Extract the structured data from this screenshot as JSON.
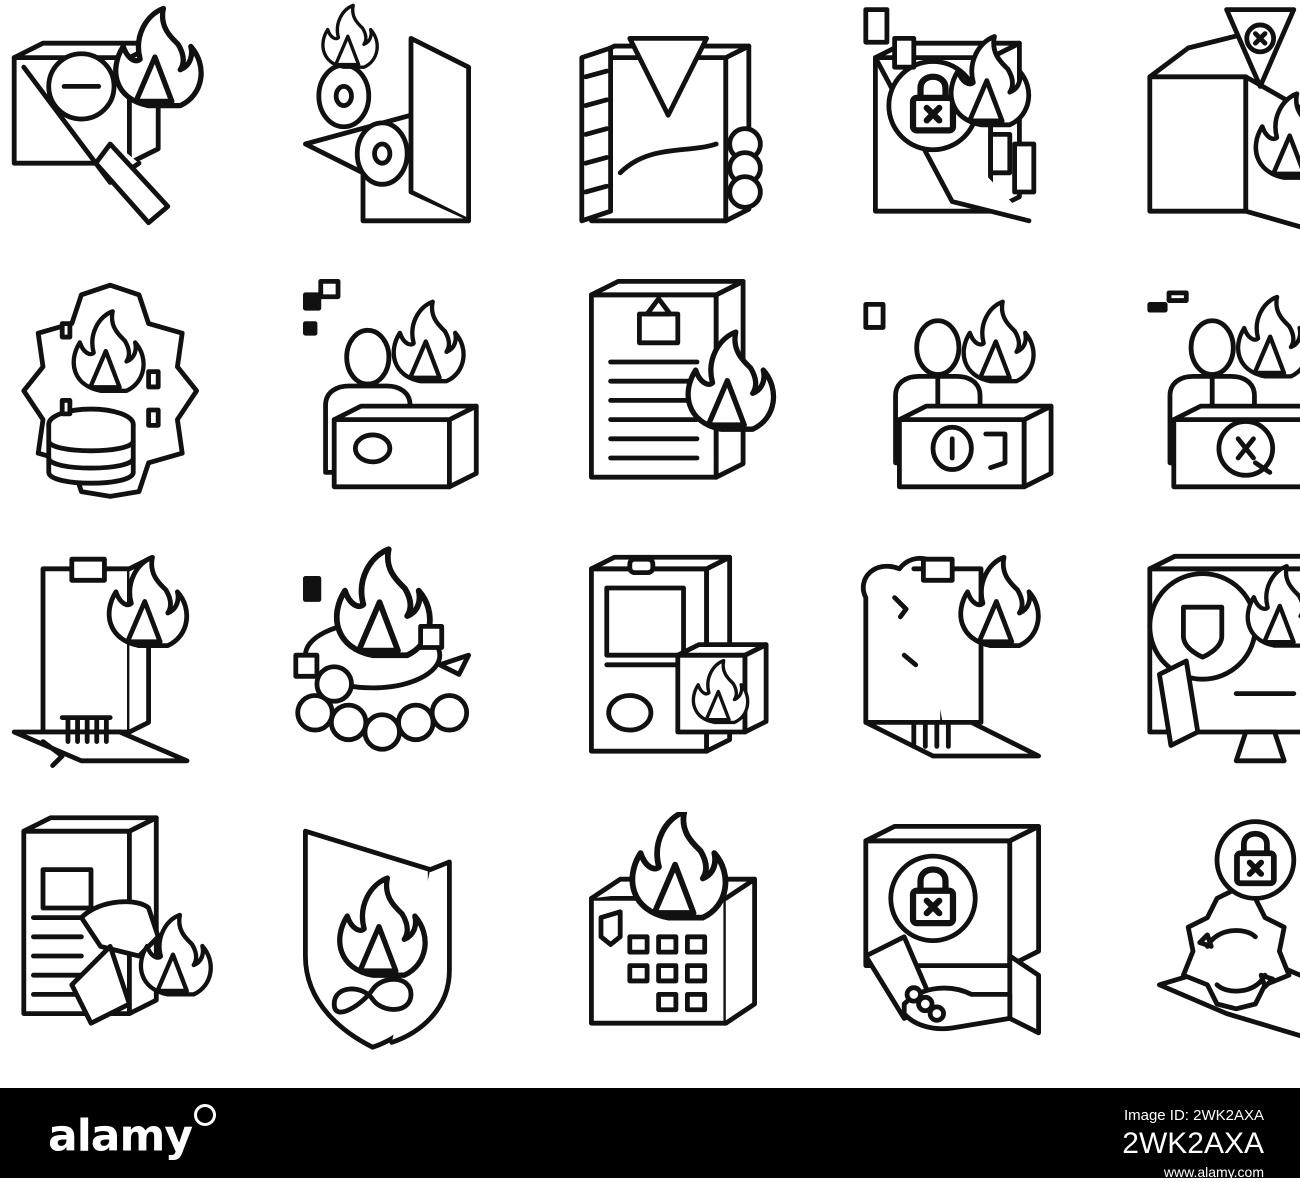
{
  "sheet": {
    "icons": [
      {
        "name": "cloud-fire-vault-icon"
      },
      {
        "name": "cyber-fire-hardware-icon"
      },
      {
        "name": "firewall-server-rack-icon"
      },
      {
        "name": "network-security-lock-icon"
      },
      {
        "name": "firewall-wall-alert-icon"
      },
      {
        "name": "gear-firewall-database-icon"
      },
      {
        "name": "admin-with-firewall-icon"
      },
      {
        "name": "document-firewall-stack-icon"
      },
      {
        "name": "manager-lock-firewall-icon"
      },
      {
        "name": "user-cloud-firewall-icon"
      },
      {
        "name": "clipboard-firewall-icon"
      },
      {
        "name": "firewall-blocks-traffic-icon"
      },
      {
        "name": "phone-firewall-alert-icon"
      },
      {
        "name": "cloud-clipboard-firewall-icon"
      },
      {
        "name": "monitor-shield-firewall-icon"
      },
      {
        "name": "document-shield-firewall-icon"
      },
      {
        "name": "shield-infinity-fire-icon"
      },
      {
        "name": "building-firewall-icon"
      },
      {
        "name": "handshake-security-lock-icon"
      },
      {
        "name": "gear-lock-update-icon"
      }
    ]
  },
  "footer": {
    "logo_text": "alamy",
    "image_id_label": "Image ID: 2WK2AXA",
    "image_id": "2WK2AXA",
    "site_url": "www.alamy.com"
  },
  "colors": {
    "ink": "#111111",
    "background": "#ffffff",
    "footer_bg": "#000000",
    "footer_text": "#ffffff"
  }
}
